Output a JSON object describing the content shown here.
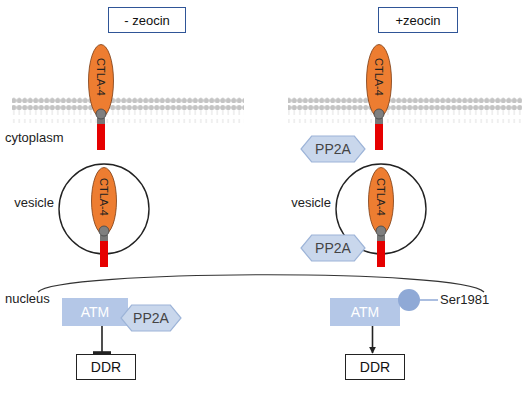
{
  "diagram": {
    "nodes": [
      {
        "text": [
          "- zeocin"
        ]
      },
      {
        "text": [
          "+zeocin"
        ]
      },
      {
        "text": [
          "CTLA-4"
        ]
      },
      {
        "text": [
          "vesicle"
        ]
      },
      {
        "text": [
          "CTLA-4"
        ],
        "in": 3
      },
      {
        "text": [
          "ATM"
        ]
      },
      {
        "text": [
          "PP2A"
        ]
      },
      {
        "text": [
          "DDR"
        ]
      },
      {
        "text": [
          "CTLA-4"
        ]
      },
      {
        "text": [
          "PP2A"
        ]
      },
      {
        "text": [
          "vesicle"
        ]
      },
      {
        "text": [
          "CTLA-4"
        ],
        "in": 10
      },
      {
        "text": [
          "PP2A"
        ]
      },
      {
        "text": [
          "ATM"
        ]
      },
      {
        "text": [
          "DDR"
        ]
      }
    ],
    "edges": [
      {
        "from": 5,
        "to": 7,
        "arrow": "to"
      },
      {
        "from": 13,
        "to": 14,
        "arrow": "to"
      }
    ],
    "labels": [
      "cytoplasm",
      "nucleus",
      "Ser1981"
    ]
  }
}
